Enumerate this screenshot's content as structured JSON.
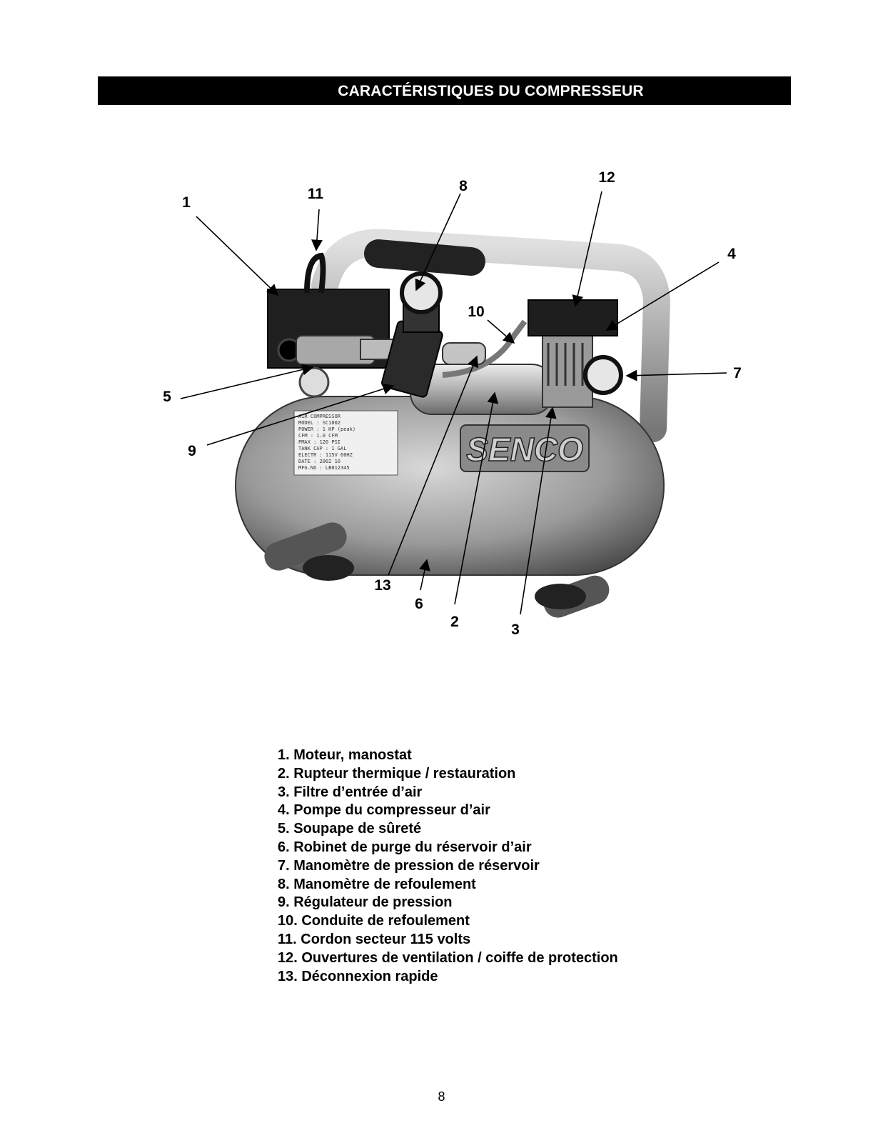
{
  "header": {
    "title": "CARACTÉRISTIQUES DU COMPRESSEUR"
  },
  "figure": {
    "brand": "SENCO",
    "nameplate_lines": [
      "AIR COMPRESSOR",
      "MODEL : SC1002",
      "POWER : 1 HP (peak)",
      "CFM : 1.0 CFM",
      "PMAX : 120 PSI",
      "TANK CAP : 1 GAL",
      "ELECTR : 115V 60HZ",
      "DATE : 2002 10",
      "MFG.NO : LB012345"
    ],
    "callouts": [
      "1",
      "2",
      "3",
      "4",
      "5",
      "6",
      "7",
      "8",
      "9",
      "10",
      "11",
      "12",
      "13"
    ]
  },
  "legend": [
    "1. Moteur, manostat",
    "2. Rupteur thermique / restauration",
    "3. Filtre d’entrée d’air",
    "4. Pompe du compresseur d’air",
    "5. Soupape de sûreté",
    "6. Robinet de purge du réservoir d’air",
    "7. Manomètre de pression de réservoir",
    "8. Manomètre de refoulement",
    "9. Régulateur de pression",
    "10. Conduite de refoulement",
    "11. Cordon secteur 115 volts",
    "12. Ouvertures de ventilation / coiffe de protection",
    "13. Déconnexion rapide"
  ],
  "footer": {
    "page_number": "8"
  }
}
